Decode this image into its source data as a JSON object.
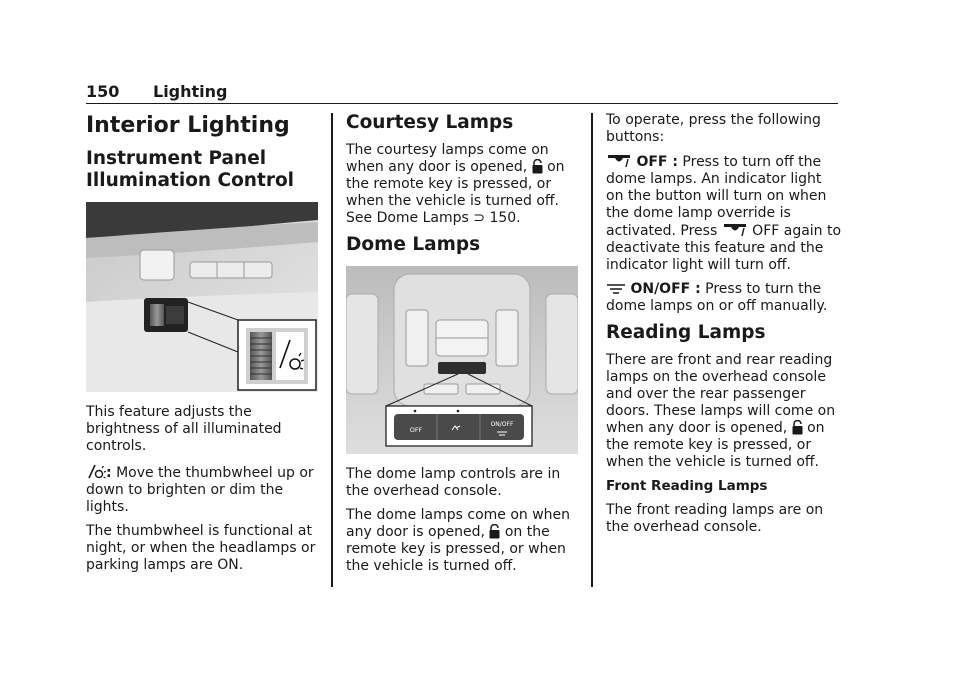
{
  "header": {
    "page_number": "150",
    "section": "Lighting"
  },
  "col1": {
    "title": "Interior Lighting",
    "subtitle": "Instrument Panel Illumination Control",
    "p1": "This feature adjusts the brightness of all illuminated controls.",
    "p2_label": ":",
    "p2_text": "Move the thumbwheel up or down to brighten or dim the lights.",
    "p3": "The thumbwheel is functional at night, or when the headlamps or parking lamps are ON."
  },
  "col2": {
    "heading1": "Courtesy Lamps",
    "c1_part1": "The courtesy lamps come on when any door is opened,",
    "c1_part2": "on the remote key is pressed, or when the vehicle is turned off. See Dome Lamps",
    "c1_ref": "150.",
    "heading2": "Dome Lamps",
    "photo_label_off": "OFF",
    "photo_label_onoff": "ON/OFF",
    "p1": "The dome lamp controls are in the overhead console.",
    "p2_part1": "The dome lamps come on when any door is opened,",
    "p2_part2": "on the remote key is pressed, or when the vehicle is turned off."
  },
  "col3": {
    "p1": "To operate, press the following buttons:",
    "p2_label": "OFF :",
    "p2_text_a": "Press to turn off the dome lamps. An indicator light on the button will turn on when the dome lamp override is activated. Press",
    "p2_text_b": "OFF again to deactivate this feature and the indicator light will turn off.",
    "p3_label": "ON/OFF :",
    "p3_text": "Press to turn the dome lamps on or off manually.",
    "heading": "Reading Lamps",
    "p4_part1": "There are front and rear reading lamps on the overhead console and over the rear passenger doors. These lamps will come on when any door is opened,",
    "p4_part2": "on the remote key is pressed, or when the vehicle is turned off.",
    "subheading": "Front Reading Lamps",
    "p5": "The front reading lamps are on the overhead console."
  },
  "icons": {
    "thumbwheel": "dimmer-lamp-icon",
    "key_fob": "unlock-key-icon",
    "dome_off": "dome-lamp-off-icon",
    "dome_onoff": "dome-lamp-onoff-icon"
  }
}
